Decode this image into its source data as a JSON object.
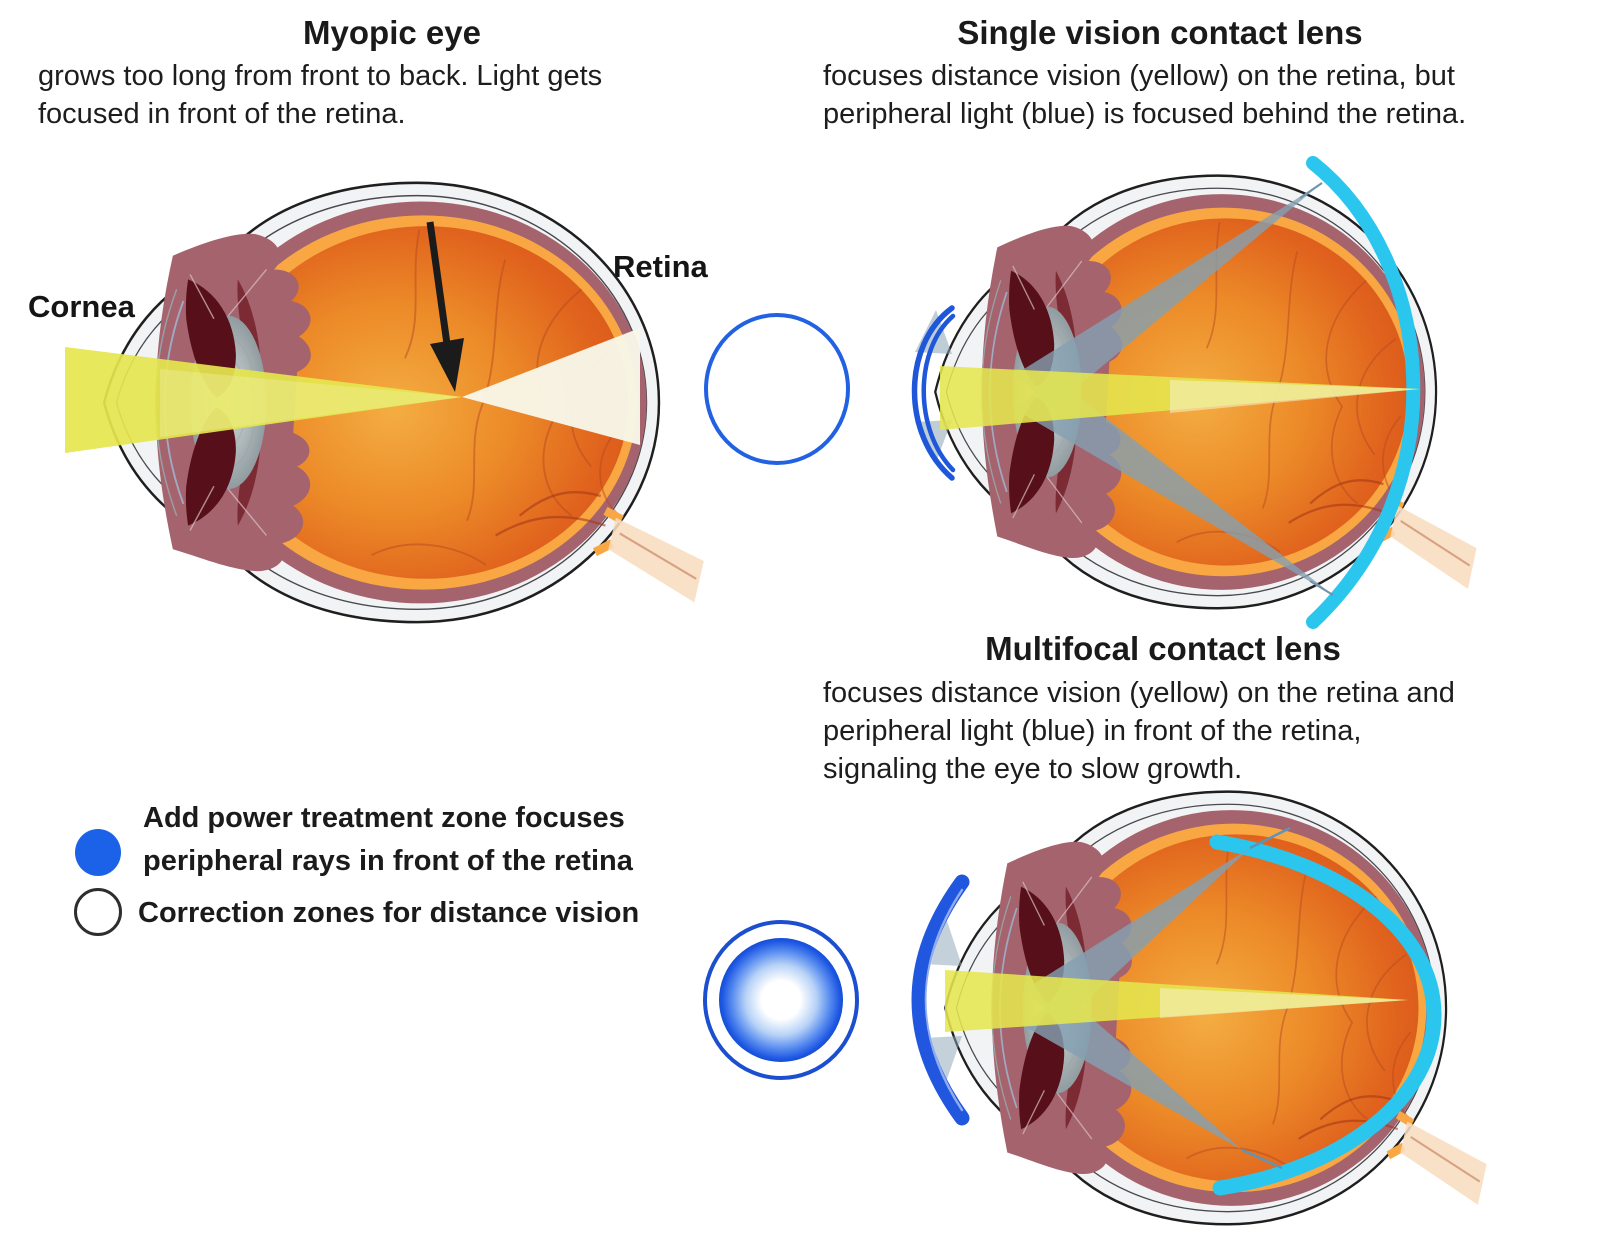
{
  "panels": {
    "myopic": {
      "title": "Myopic eye",
      "desc_lines": [
        "grows too long from front to back. Light gets",
        "focused in front of the retina."
      ],
      "labels": {
        "cornea": "Cornea",
        "retina": "Retina"
      }
    },
    "single_vision": {
      "title": "Single vision contact lens",
      "desc_lines": [
        "focuses distance vision (yellow) on the retina, but",
        "peripheral light (blue) is focused behind the retina."
      ]
    },
    "multifocal": {
      "title": "Multifocal contact lens",
      "desc_lines": [
        "focuses distance vision (yellow) on the retina and",
        "peripheral light (blue) in front of the retina,",
        "signaling the eye to slow growth."
      ]
    }
  },
  "legend": {
    "items": [
      {
        "swatch": "filled-blue-circle",
        "lines": [
          "Add power treatment zone focuses",
          "peripheral rays in front of the retina"
        ]
      },
      {
        "swatch": "outlined-white-circle",
        "lines": [
          "Correction zones for distance vision"
        ]
      }
    ]
  },
  "colors": {
    "distance_beam_yellow": "#e5e64e",
    "peripheral_ray_blue_grey": "#84a0b2",
    "treatment_focus_cyan": "#2bc6ee",
    "contact_lens_blue": "#1e57da",
    "legend_add_power_blue": "#1b62e8",
    "retina_orange": "#f9a743",
    "choroid_mauve": "#a4636d",
    "vitreous_orange": "#e0621d",
    "sclera_grey": "#f2f3f5"
  }
}
